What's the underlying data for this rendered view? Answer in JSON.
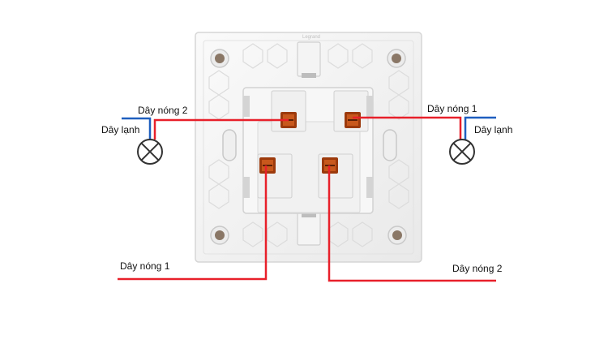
{
  "labels": {
    "left_top_hot": "Dây nóng 2",
    "left_neutral": "Dây lạnh",
    "right_top_hot": "Dây nóng 1",
    "right_neutral": "Dây lạnh",
    "bottom_left_hot": "Dây nóng 1",
    "bottom_right_hot": "Dây nóng 2",
    "brand_mark": "Legrand"
  },
  "colors": {
    "hot_wire": "#e8202a",
    "neutral_wire": "#1f5fbf",
    "plate": "#f3f3f3",
    "plate_edge": "#d8d8d8",
    "terminal": "#b8450f",
    "lamp_stroke": "#333333"
  },
  "icons": {
    "lamp": "lamp-cross-icon"
  }
}
